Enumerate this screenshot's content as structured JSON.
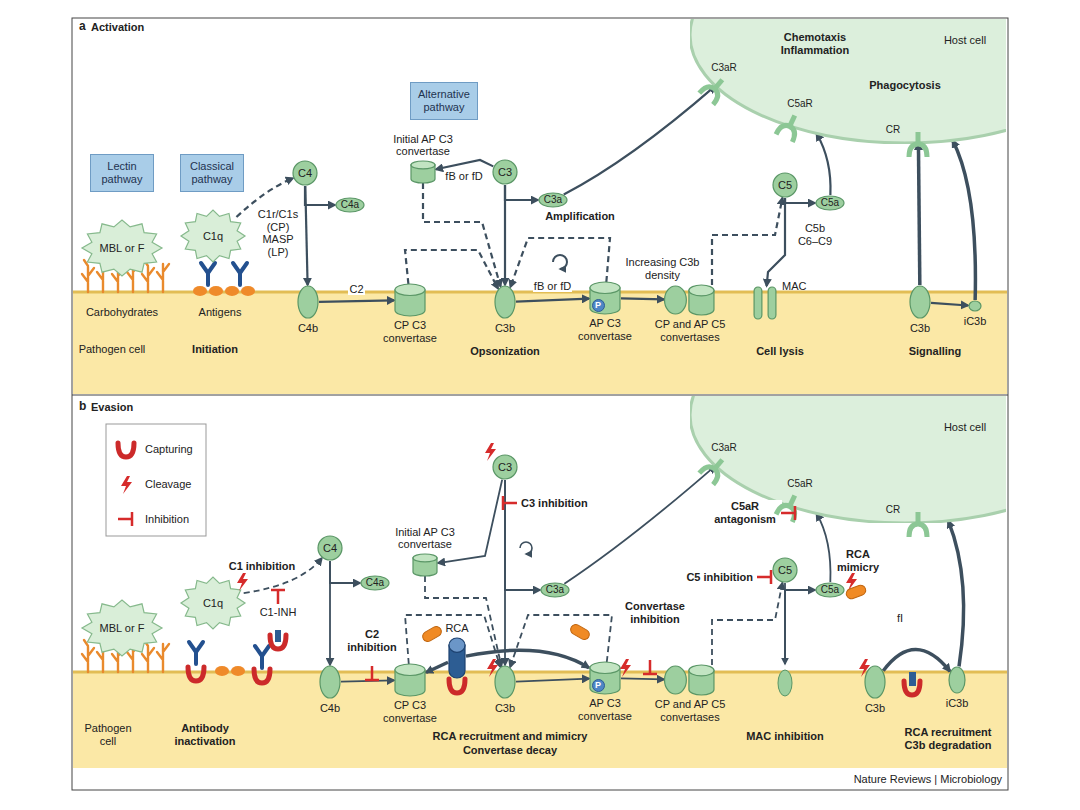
{
  "diagram": {
    "nodes": [
      {
        "text": [
          "Host cell",
          "Chemotaxis Inflammation",
          "Phagocytosis"
        ]
      },
      {
        "text": [
          "Lectin pathway"
        ]
      },
      {
        "text": [
          "Classical pathway"
        ]
      },
      {
        "text": [
          "Alternative pathway"
        ]
      },
      {
        "text": [
          "MBL or F"
        ]
      },
      {
        "text": [
          "C1q"
        ]
      },
      {
        "text": [
          "C4"
        ]
      },
      {
        "text": [
          "C4a"
        ]
      },
      {
        "text": [
          "C3"
        ]
      },
      {
        "text": [
          "C3a"
        ]
      },
      {
        "text": [
          "C5"
        ]
      },
      {
        "text": [
          "C5a"
        ]
      },
      {
        "text": [
          "Initial AP C3 convertase"
        ]
      },
      {
        "text": [
          "C4b"
        ]
      },
      {
        "text": [
          "CP C3 convertase"
        ]
      },
      {
        "text": [
          "C3b"
        ]
      },
      {
        "text": [
          "AP C3 convertase"
        ]
      },
      {
        "text": [
          "P"
        ],
        "in": 16
      },
      {
        "text": [
          "CP and AP C5 convertases"
        ]
      },
      {
        "text": [
          "MAC"
        ]
      },
      {
        "text": [
          "C3b"
        ]
      },
      {
        "text": [
          "iC3b"
        ]
      },
      {
        "text": [
          "Host cell"
        ]
      },
      {
        "text": [
          "MBL or F"
        ]
      },
      {
        "text": [
          "C1q"
        ]
      },
      {
        "text": [
          "C4"
        ]
      },
      {
        "text": [
          "C4a"
        ]
      },
      {
        "text": [
          "C3"
        ]
      },
      {
        "text": [
          "C3a"
        ]
      },
      {
        "text": [
          "C5"
        ]
      },
      {
        "text": [
          "C5a"
        ]
      },
      {
        "text": [
          "Initial AP C3 convertase"
        ]
      },
      {
        "text": [
          "C4b"
        ]
      },
      {
        "text": [
          "CP C3 convertase"
        ]
      },
      {
        "text": [
          "RCA"
        ]
      },
      {
        "text": [
          "C3b"
        ]
      },
      {
        "text": [
          "AP C3 convertase"
        ]
      },
      {
        "text": [
          "P"
        ],
        "in": 36
      },
      {
        "text": [
          "CP and AP C5 convertases"
        ]
      },
      {
        "text": [
          "C3b"
        ]
      },
      {
        "text": [
          "iC3b"
        ]
      }
    ],
    "edges": [
      {
        "from": 5,
        "to": 6,
        "arrow": "to"
      },
      {
        "from": 6,
        "to": 7,
        "arrow": "to"
      },
      {
        "from": 6,
        "to": 13,
        "arrow": "to"
      },
      {
        "from": 13,
        "to": 14,
        "arrow": "to",
        "label": "C2"
      },
      {
        "from": 8,
        "to": 12,
        "arrow": "to",
        "label": "fB or fD"
      },
      {
        "from": 8,
        "to": 9,
        "arrow": "to"
      },
      {
        "from": 8,
        "to": 15,
        "arrow": "to"
      },
      {
        "from": 12,
        "to": 15,
        "arrow": "to"
      },
      {
        "from": 14,
        "to": 15,
        "arrow": "to"
      },
      {
        "from": 16,
        "to": 15,
        "arrow": "to"
      },
      {
        "from": 15,
        "to": 16,
        "arrow": "to",
        "label": "fB or fD"
      },
      {
        "from": 16,
        "to": 18,
        "arrow": "to",
        "label": "Increasing C3b density"
      },
      {
        "from": 18,
        "to": 10,
        "arrow": "to"
      },
      {
        "from": 10,
        "to": 11,
        "arrow": "to"
      },
      {
        "from": 10,
        "to": 19,
        "arrow": "to",
        "label": "C5b C6–C9"
      },
      {
        "from": 9,
        "to": 0,
        "arrow": "to"
      },
      {
        "from": 11,
        "to": 0,
        "arrow": "to"
      },
      {
        "from": 20,
        "to": 21,
        "arrow": "to"
      },
      {
        "from": 20,
        "to": 0,
        "arrow": "to"
      },
      {
        "from": 21,
        "to": 0,
        "arrow": "to"
      },
      {
        "from": 24,
        "to": 25,
        "arrow": "to"
      },
      {
        "from": 25,
        "to": 26,
        "arrow": "to"
      },
      {
        "from": 25,
        "to": 32,
        "arrow": "to"
      },
      {
        "from": 32,
        "to": 33,
        "arrow": "to"
      },
      {
        "from": 27,
        "to": 31,
        "arrow": "to"
      },
      {
        "from": 27,
        "to": 28,
        "arrow": "to"
      },
      {
        "from": 27,
        "to": 35,
        "arrow": "to"
      },
      {
        "from": 31,
        "to": 35,
        "arrow": "to"
      },
      {
        "from": 33,
        "to": 35,
        "arrow": "to"
      },
      {
        "from": 34,
        "to": 33,
        "arrow": "to"
      },
      {
        "from": 34,
        "to": 36,
        "arrow": "to"
      },
      {
        "from": 35,
        "to": 36,
        "arrow": "to"
      },
      {
        "from": 36,
        "to": 35,
        "arrow": "to"
      },
      {
        "from": 36,
        "to": 38,
        "arrow": "to"
      },
      {
        "from": 38,
        "to": 29,
        "arrow": "to"
      },
      {
        "from": 29,
        "to": 30,
        "arrow": "to"
      },
      {
        "from": 28,
        "to": 22,
        "arrow": "to"
      },
      {
        "from": 30,
        "to": 22,
        "arrow": "to"
      },
      {
        "from": 39,
        "to": 40,
        "arrow": "to"
      },
      {
        "from": 40,
        "to": 22,
        "arrow": "to"
      }
    ],
    "labels": [
      "a",
      "Activation",
      "C1r/C1s (CP) MASP (LP)",
      "Amplification",
      "C3aR",
      "C5aR",
      "CR",
      "Carbohydrates",
      "Antigens",
      "Pathogen cell",
      "Initiation",
      "Opsonization",
      "Cell lysis",
      "Signalling",
      "b",
      "Evasion",
      "C3aR",
      "C5aR",
      "CR",
      "C1 inhibition",
      "C1-INH",
      "C2 inhibition",
      "C3 inhibition",
      "Convertase inhibition",
      "C5 inhibition",
      "C5aR antagonism",
      "RCA mimicry",
      "fI",
      "Pathogen cell",
      "Antibody inactivation",
      "RCA recruitment and mimicry",
      "Convertase decay",
      "MAC inhibition",
      "RCA recruitment C3b degradation",
      "Nature Reviews | Microbiology"
    ],
    "legend": [
      {
        "text": "Capturing"
      },
      {
        "text": "Cleavage"
      },
      {
        "text": "Inhibition"
      }
    ]
  }
}
